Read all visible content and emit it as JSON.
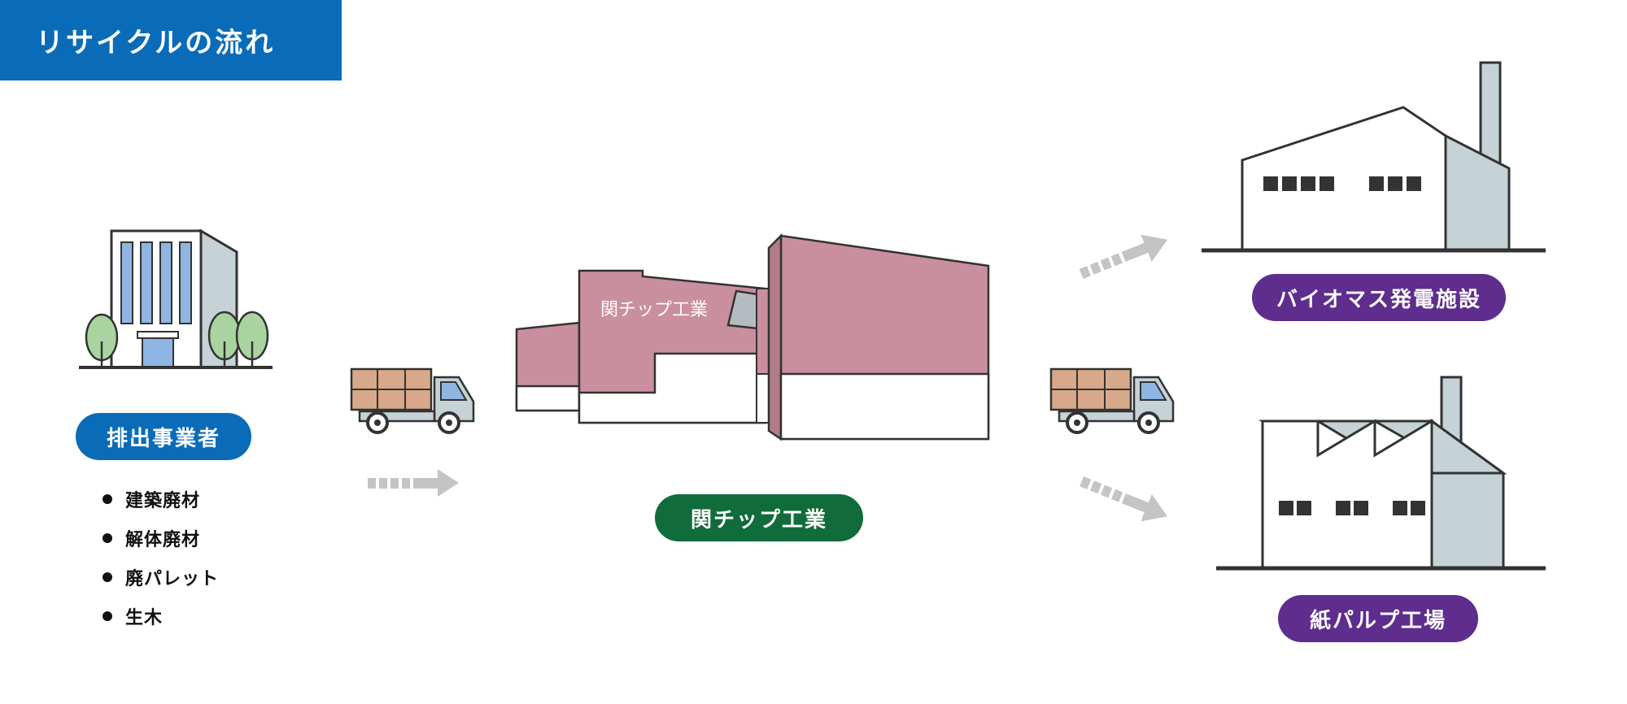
{
  "header": {
    "title": "リサイクルの流れ"
  },
  "source": {
    "label": "排出事業者",
    "materials": [
      "建築廃材",
      "解体廃材",
      "廃パレット",
      "生木"
    ]
  },
  "processor": {
    "label": "関チップ工業",
    "building_sign": "関チップ工業"
  },
  "destinations": [
    {
      "label": "バイオマス発電施設"
    },
    {
      "label": "紙パルプ工場"
    }
  ],
  "colors": {
    "header_blue": "#0a6cb8",
    "processor_green": "#106c3a",
    "destination_purple": "#5e2d8e",
    "processor_wall_pink": "#c98f9f",
    "arrow_gray": "#c4c4c4"
  }
}
